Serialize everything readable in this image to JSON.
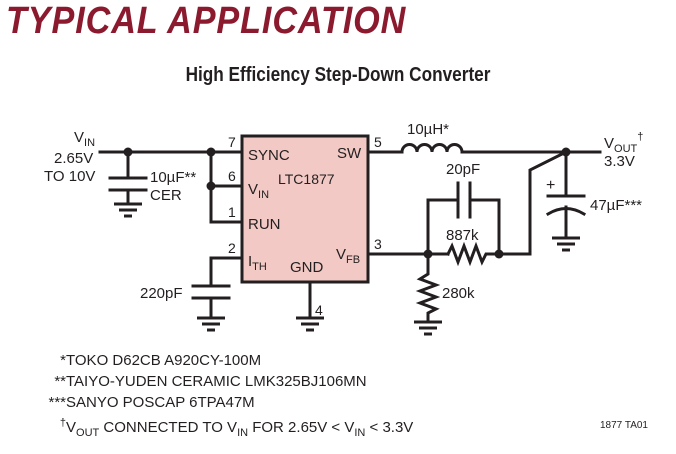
{
  "heading": "TYPICAL APPLICATION",
  "title": "High Efficiency Step-Down Converter",
  "ic": {
    "name": "LTC1877",
    "pins": {
      "sync": "SYNC",
      "vin": "V",
      "vin_sub": "IN",
      "run": "RUN",
      "ith": "I",
      "ith_sub": "TH",
      "gnd": "GND",
      "sw": "SW",
      "vfb": "V",
      "vfb_sub": "FB"
    },
    "pin_numbers": {
      "p1": "1",
      "p2": "2",
      "p3": "3",
      "p4": "4",
      "p5": "5",
      "p6": "6",
      "p7": "7"
    }
  },
  "labels": {
    "vin": "V",
    "vin_sub": "IN",
    "vin_range1": "2.65V",
    "vin_range2": "TO 10V",
    "cin": "10µF**",
    "cin_type": "CER",
    "cith": "220pF",
    "inductor": "10µH*",
    "vout": "V",
    "vout_sub": "OUT",
    "vout_sup": "†",
    "vout_value": "3.3V",
    "cout": "47µF***",
    "cff": "20pF",
    "r1": "887k",
    "r2": "280k",
    "plus": "+"
  },
  "notes": [
    {
      "prefix": "  *",
      "text": "TOKO D62CB A920CY-100M"
    },
    {
      "prefix": " **",
      "text": "TAIYO-YUDEN CERAMIC LMK325BJ106MN"
    },
    {
      "prefix": "***",
      "text": "SANYO POSCAP 6TPA47M"
    }
  ],
  "note4": {
    "dagger": "†",
    "v1": "V",
    "v1_sub": "OUT",
    "t1": " CONNECTED TO V",
    "t1_sub": "IN",
    "t2": " FOR 2.65V < V",
    "t2_sub": "IN",
    "t3": " < 3.3V"
  },
  "drawing_code": "1877 TA01",
  "colors": {
    "heading": "#8b1a2e",
    "ic_fill": "#f2c9c4",
    "ink": "#231f20"
  }
}
